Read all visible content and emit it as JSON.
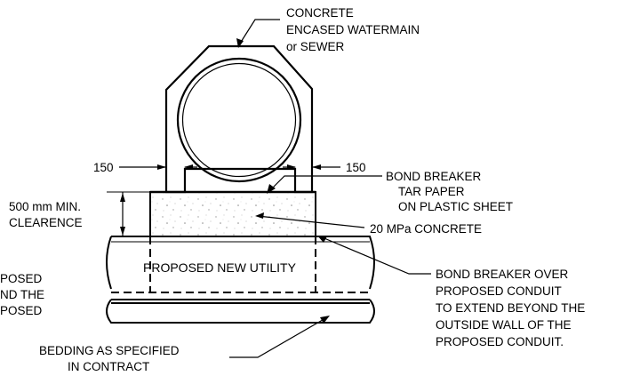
{
  "labels": {
    "encased_line1": "CONCRETE",
    "encased_line2": "ENCASED WATERMAIN",
    "encased_line3": "or SEWER",
    "dim_left": "150",
    "dim_right": "150",
    "bond_top_line1": "BOND BREAKER",
    "bond_top_line2": "TAR PAPER",
    "bond_top_line3": "ON PLASTIC SHEET",
    "clearance_line1": "500 mm MIN.",
    "clearance_line2": "CLEARENCE",
    "concrete": "20 MPa CONCRETE",
    "utility": "PROPOSED NEW UTILITY",
    "cut_line1": "POSED",
    "cut_line2": "ND THE",
    "cut_line3": "POSED",
    "bond_over_line1": "BOND BREAKER OVER",
    "bond_over_line2": "PROPOSED CONDUIT",
    "bond_over_line3": "TO EXTEND BEYOND THE",
    "bond_over_line4": "OUTSIDE WALL OF THE",
    "bond_over_line5": "PROPOSED CONDUIT.",
    "bedding_line1": "BEDDING AS SPECIFIED",
    "bedding_line2": "IN CONTRACT"
  }
}
